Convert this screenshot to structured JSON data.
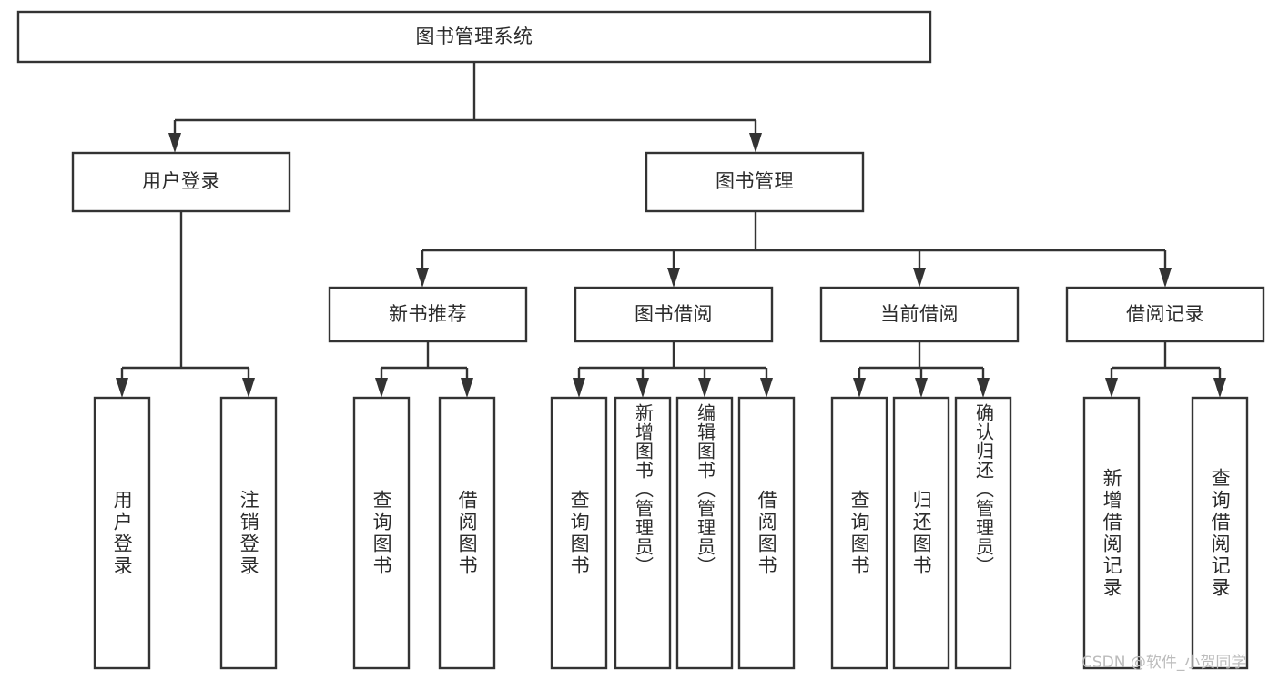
{
  "diagram": {
    "type": "tree-hierarchy-flowchart",
    "title": "图书管理系统",
    "watermark": "CSDN @软件_小贺同学",
    "colors": {
      "background": "#ffffff",
      "node_fill": "#ffffff",
      "node_stroke": "#333333",
      "text": "#2b2b2b",
      "watermark": "#bcbcbc"
    },
    "levels": [
      {
        "level": 1,
        "nodes": [
          {
            "id": "root",
            "label": "图书管理系统",
            "orientation": "horizontal"
          }
        ]
      },
      {
        "level": 2,
        "nodes": [
          {
            "id": "login",
            "label": "用户登录",
            "orientation": "horizontal",
            "parent": "root"
          },
          {
            "id": "bookmgmt",
            "label": "图书管理",
            "orientation": "horizontal",
            "parent": "root"
          }
        ]
      },
      {
        "level": 3,
        "nodes": [
          {
            "id": "newbook",
            "label": "新书推荐",
            "orientation": "horizontal",
            "parent": "bookmgmt"
          },
          {
            "id": "borrow",
            "label": "图书借阅",
            "orientation": "horizontal",
            "parent": "bookmgmt"
          },
          {
            "id": "current",
            "label": "当前借阅",
            "orientation": "horizontal",
            "parent": "bookmgmt"
          },
          {
            "id": "records",
            "label": "借阅记录",
            "orientation": "horizontal",
            "parent": "bookmgmt"
          }
        ]
      },
      {
        "level": 4,
        "nodes": [
          {
            "id": "leaf-1",
            "label": "用户登录",
            "orientation": "vertical",
            "parent": "login"
          },
          {
            "id": "leaf-2",
            "label": "注销登录",
            "orientation": "vertical",
            "parent": "login"
          },
          {
            "id": "leaf-3",
            "label": "查询图书",
            "orientation": "vertical",
            "parent": "newbook"
          },
          {
            "id": "leaf-4",
            "label": "借阅图书",
            "orientation": "vertical",
            "parent": "newbook"
          },
          {
            "id": "leaf-5",
            "label": "查询图书",
            "orientation": "vertical",
            "parent": "borrow"
          },
          {
            "id": "leaf-6",
            "label": "新增图书（管理员）",
            "orientation": "vertical",
            "parent": "borrow"
          },
          {
            "id": "leaf-7",
            "label": "编辑图书（管理员）",
            "orientation": "vertical",
            "parent": "borrow"
          },
          {
            "id": "leaf-8",
            "label": "借阅图书",
            "orientation": "vertical",
            "parent": "borrow"
          },
          {
            "id": "leaf-9",
            "label": "查询图书",
            "orientation": "vertical",
            "parent": "current"
          },
          {
            "id": "leaf-10",
            "label": "归还图书",
            "orientation": "vertical",
            "parent": "current"
          },
          {
            "id": "leaf-11",
            "label": "确认归还（管理员）",
            "orientation": "vertical",
            "parent": "current"
          },
          {
            "id": "leaf-12",
            "label": "新增借阅记录",
            "orientation": "vertical",
            "parent": "records"
          },
          {
            "id": "leaf-13",
            "label": "查询借阅记录",
            "orientation": "vertical",
            "parent": "records"
          }
        ]
      }
    ]
  }
}
